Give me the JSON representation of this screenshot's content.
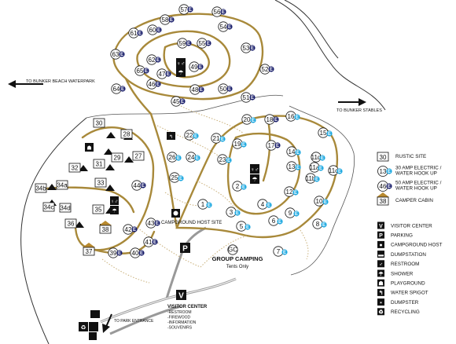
{
  "colors": {
    "road": "#a8893a",
    "trail": "#c9b07a",
    "paved": "#999999",
    "fifty_amp": "#1a1f6b",
    "thirty_amp": "#1aa7e0",
    "cabin": "#b8892e"
  },
  "labels": {
    "bunker_beach": "TO BUNKER BEACH WATERPARK",
    "bunker_stables": "TO BUNKER STABLES",
    "park_entrance": "TO PARK ENTRANCE",
    "campground_host": "CAMPGROUND HOST SITE",
    "group_camping": "GROUP CAMPING",
    "tents_only": "Tents Only",
    "visitor_center": "VISITOR CENTER",
    "vc_items": [
      "-RESTROOM",
      "-FIREWOOD",
      "-INFORMATION",
      "-SOUVENIRS"
    ]
  },
  "legend_sites": [
    {
      "sample": "30",
      "type": "rustic",
      "label": "RUSTIC SITE"
    },
    {
      "sample": "13",
      "type": "thirty",
      "label": "30 AMP ELECTRIC / WATER HOOK UP"
    },
    {
      "sample": "46",
      "type": "fifty",
      "label": "50 AMP ELECTRIC / WATER HOOK UP"
    },
    {
      "sample": "38",
      "type": "cabin",
      "label": "CAMPER CABIN"
    }
  ],
  "legend_icons": [
    {
      "icon": "V",
      "label": "VISITOR CENTER"
    },
    {
      "icon": "P",
      "label": "PARKING"
    },
    {
      "icon": "host",
      "label": "CAMPGROUND HOST"
    },
    {
      "icon": "dump",
      "label": "DUMPSTATION"
    },
    {
      "icon": "rest",
      "label": "RESTROOM"
    },
    {
      "icon": "shower",
      "label": "SHOWER"
    },
    {
      "icon": "play",
      "label": "PLAYGROUND"
    },
    {
      "icon": "water",
      "label": "WATER SPIGOT"
    },
    {
      "icon": "dumpster",
      "label": "DUMPSTER"
    },
    {
      "icon": "recycle",
      "label": "RECYCLING"
    }
  ],
  "fifty_sites": [
    "57",
    "56",
    "58",
    "60",
    "61",
    "55",
    "59",
    "54",
    "53",
    "63",
    "62",
    "52",
    "65",
    "47",
    "49",
    "64",
    "46",
    "48",
    "50",
    "51",
    "45",
    "18",
    "17",
    "44",
    "42",
    "43",
    "41",
    "40",
    "39"
  ],
  "thirty_sites": [
    "20",
    "16",
    "21",
    "15",
    "19",
    "14",
    "11d",
    "13",
    "11a",
    "11c",
    "11b",
    "12",
    "10",
    "9",
    "8",
    "7",
    "6",
    "5",
    "4",
    "3",
    "2",
    "1",
    "23",
    "24",
    "22",
    "25",
    "26"
  ],
  "rustic_sites": [
    "30",
    "28",
    "29",
    "27",
    "32",
    "31",
    "34b",
    "34a",
    "33",
    "34c",
    "34d",
    "35",
    "36"
  ],
  "cabin_sites": [
    "38",
    "37"
  ],
  "other_sites": [
    "GC"
  ]
}
